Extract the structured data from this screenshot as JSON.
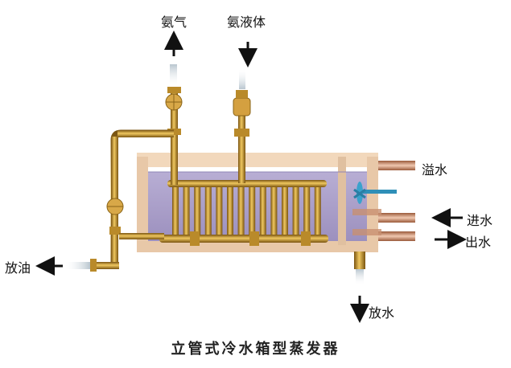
{
  "labels": {
    "ammonia_gas": "氨气",
    "ammonia_liquid": "氨液体",
    "overflow": "溢水",
    "water_in": "进水",
    "water_out": "出水",
    "oil_drain": "放油",
    "water_drain": "放水"
  },
  "caption": "立管式冷水箱型蒸发器",
  "colors": {
    "pipe": "#c9962e",
    "pipe_dark": "#8a6418",
    "tank_wall": "#e8c8a8",
    "water": "#a79cc6",
    "arrow": "#111111",
    "stirrer": "#2f8fb8"
  }
}
